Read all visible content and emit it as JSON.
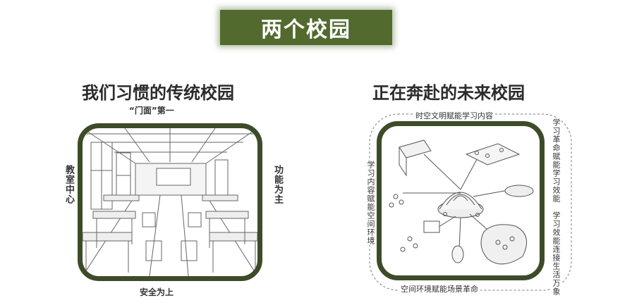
{
  "banner_title": "两个校园",
  "left": {
    "heading": "我们习惯的传统校园",
    "top_label": "“门面”第一",
    "left_label": "教室中心",
    "right_label": "功能为主",
    "bottom_label": "安全为上"
  },
  "right": {
    "heading": "正在奔赴的未来校园",
    "top_label": "时空文明赋能学习内容",
    "right_label_1": "学习革命赋能学习效能",
    "right_label_2": "学习效能连接生活万象",
    "left_label": "学习内容赋能空间环境",
    "bottom_label": "空间环境赋能场景革命"
  },
  "colors": {
    "banner_green": "#526a2e",
    "frame_green": "#3d4c28"
  }
}
